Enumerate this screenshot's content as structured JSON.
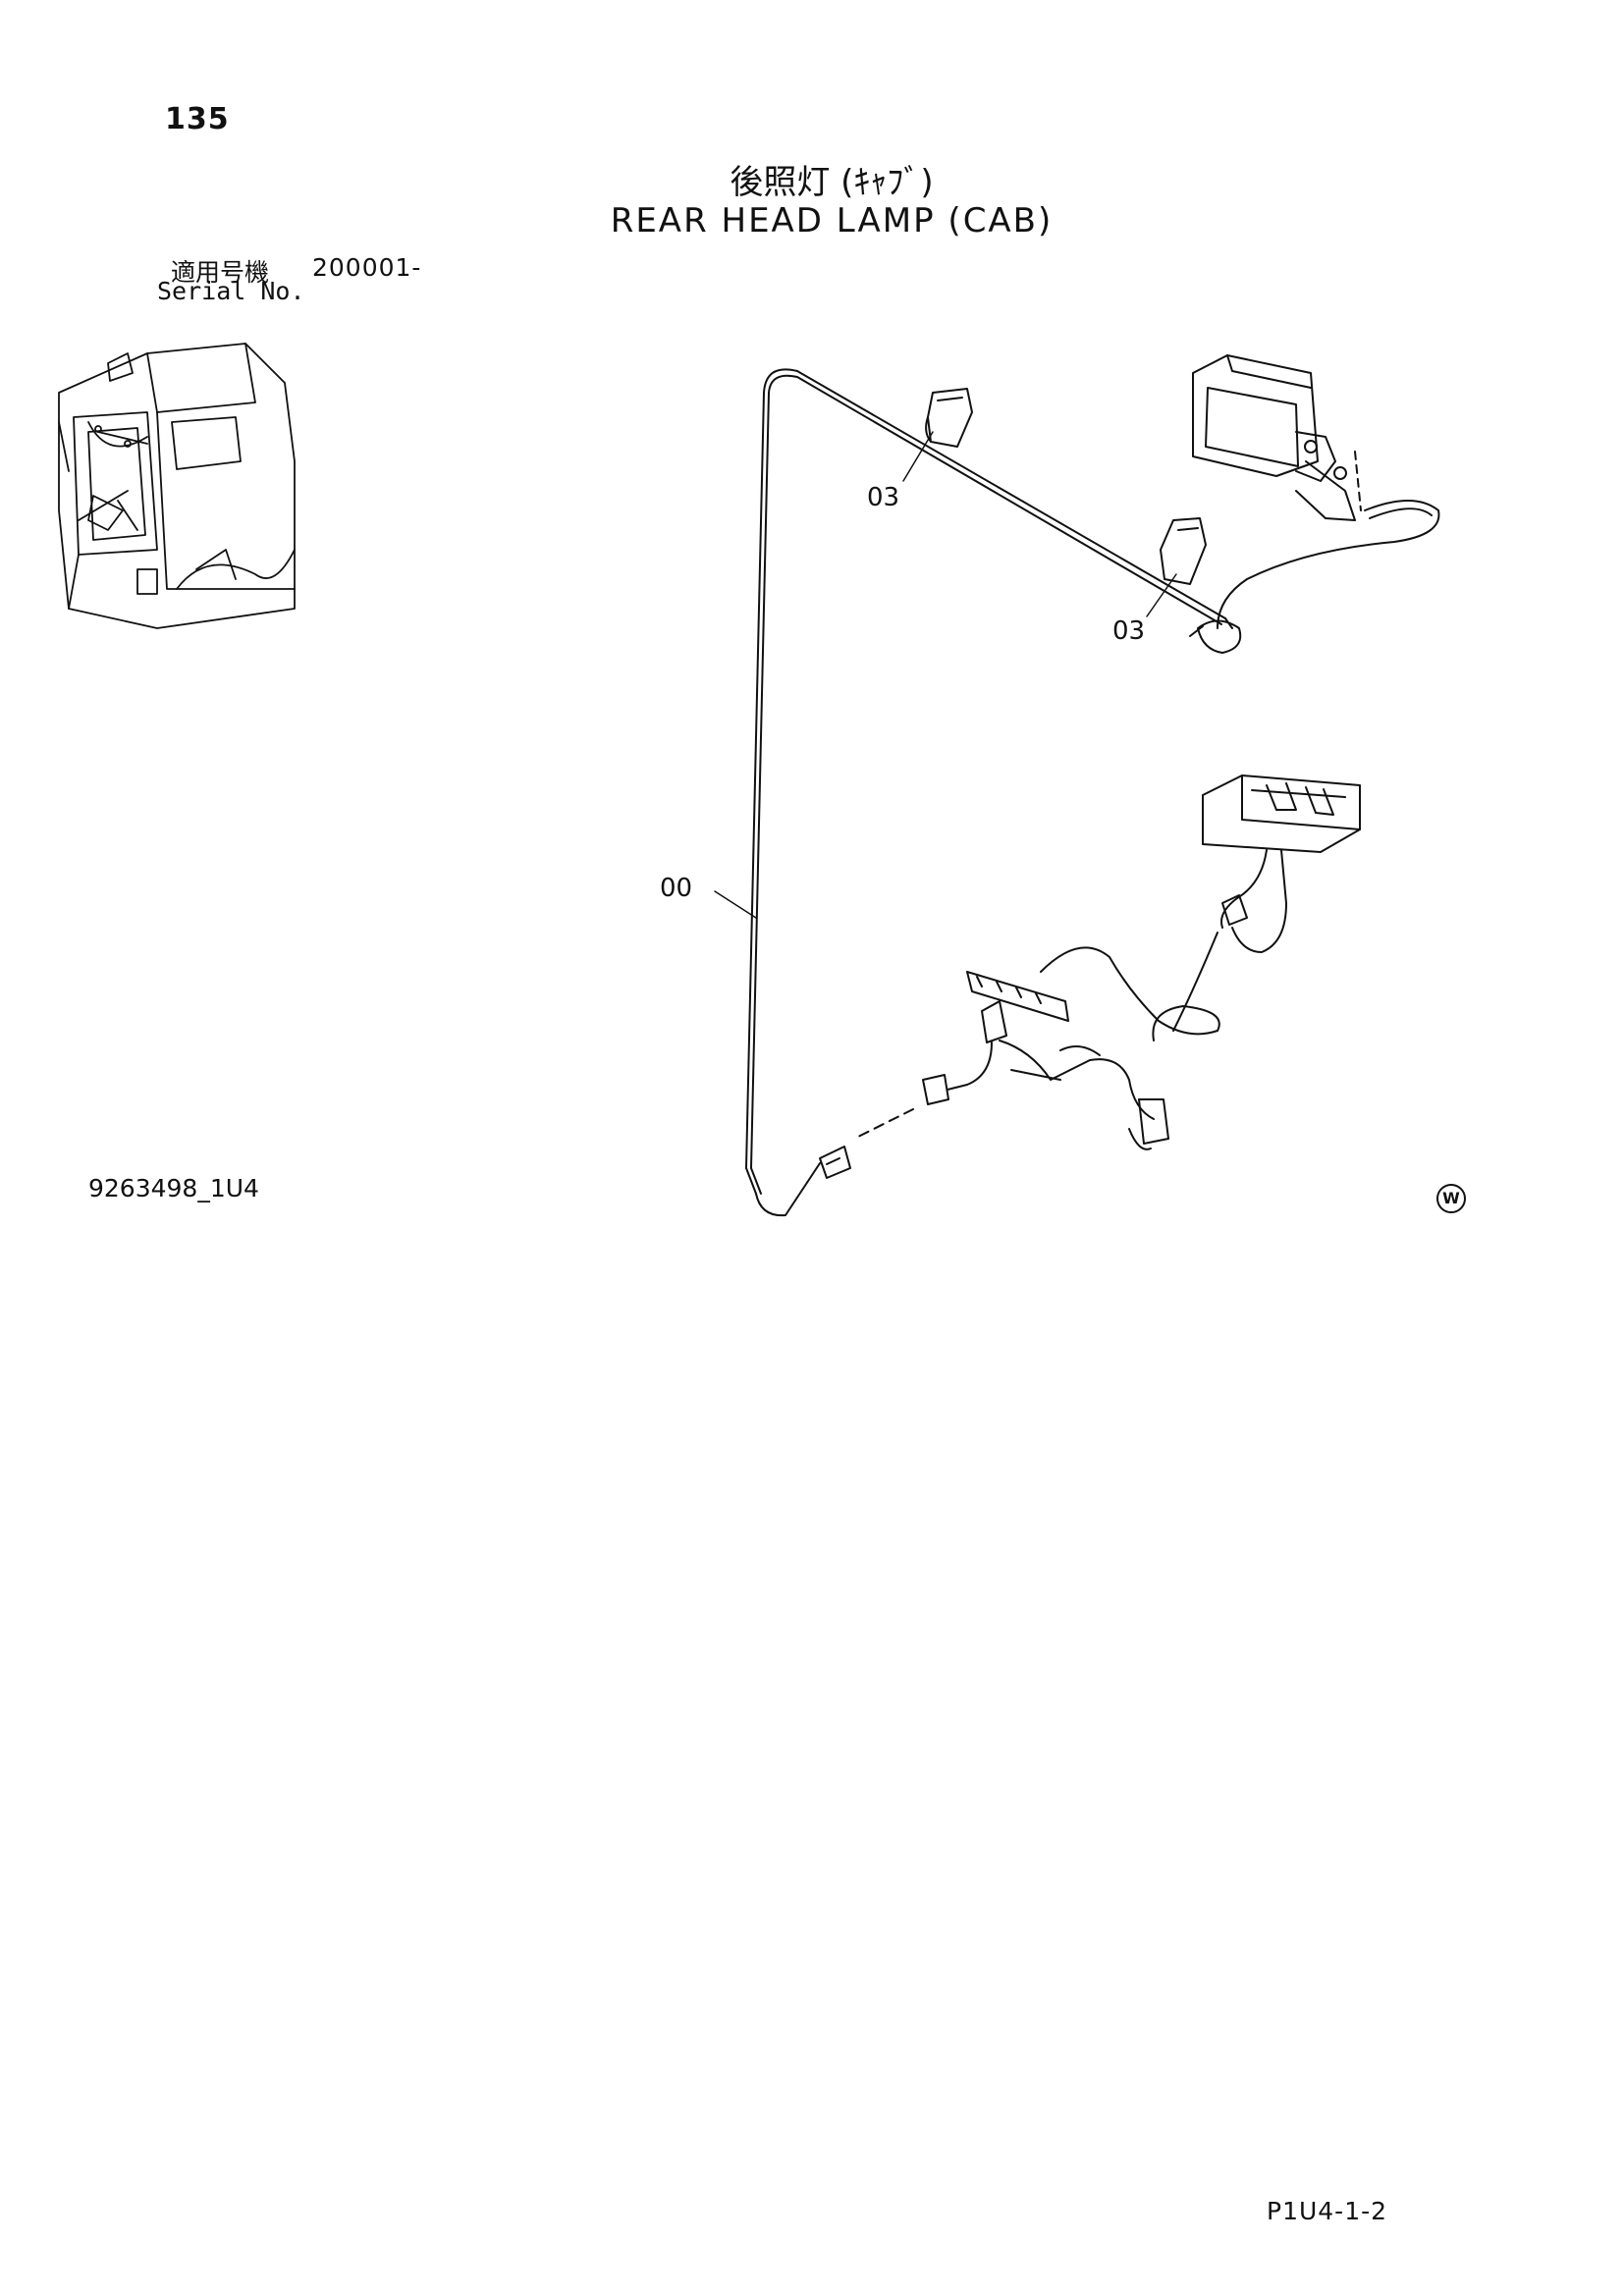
{
  "page": {
    "number": "135",
    "title_jp": "後照灯 (ｷｬﾌﾞ)",
    "title_en": "REAR HEAD LAMP (CAB)",
    "serial_label_jp": "適用号機",
    "serial_value": "200001-",
    "serial_label_en": "Serial No.",
    "drawing_id": "9263498_1U4",
    "page_code": "P1U4-1-2"
  },
  "callouts": {
    "harness": "00",
    "clamp_upper": "03",
    "clamp_lower": "03"
  },
  "marks": {
    "w_symbol": "W"
  }
}
